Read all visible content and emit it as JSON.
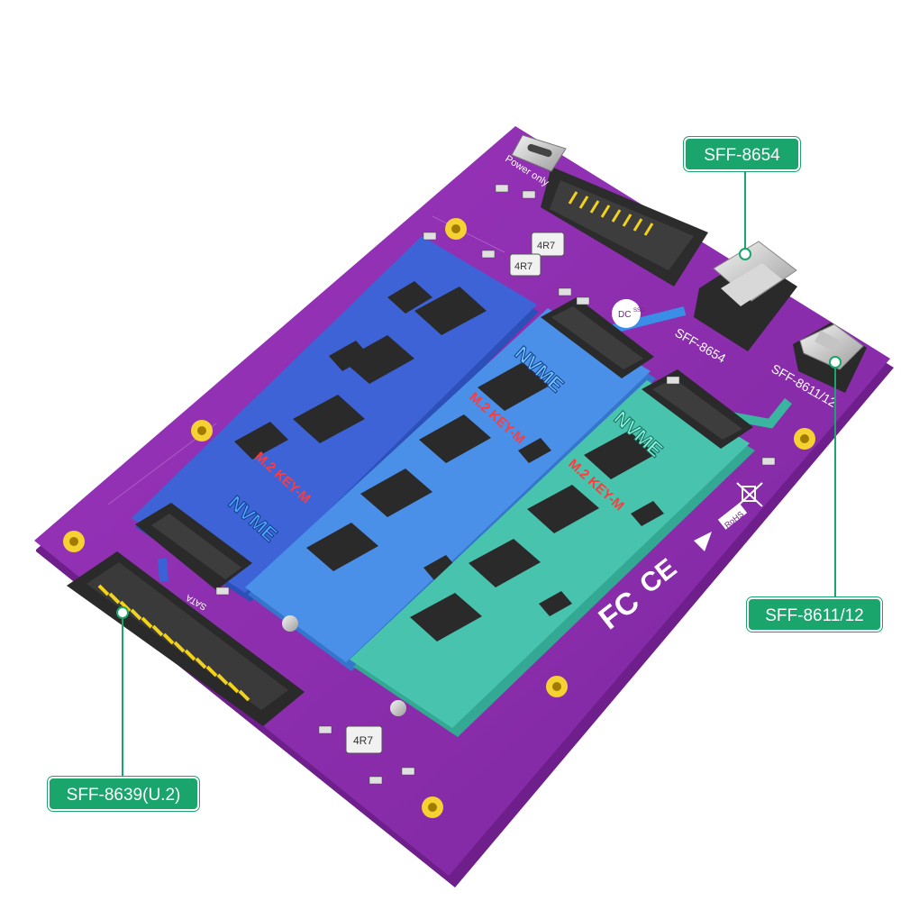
{
  "callouts": {
    "sff_8654": "SFF-8654",
    "sff_8611": "SFF-8611/12",
    "sff_8639": "SFF-8639(U.2)"
  },
  "board": {
    "power_only_label": "Power only",
    "sff_8654_silk": "SFF-8654",
    "sff_8611_silk": "SFF-8611/12",
    "sata_silk": "SATA",
    "dc_label": "DC",
    "ssd_label": "SSD",
    "inductor_code": "4R7",
    "cert_marks": [
      "FC",
      "CE",
      "RoHS"
    ]
  },
  "modules": [
    {
      "brand": "NVME",
      "type": "M.2 KEY-M",
      "color": "#3d63d6"
    },
    {
      "brand": "NVME",
      "type": "M.2 KEY-M",
      "color": "#4a8fe8"
    },
    {
      "brand": "NVME",
      "type": "M.2 KEY-M",
      "color": "#48c3ae"
    }
  ],
  "colors": {
    "pcb": "#8d2fae",
    "pcb_edge": "#6f1f8c",
    "callout": "#1aa56d",
    "gold": "#f2d21b"
  }
}
